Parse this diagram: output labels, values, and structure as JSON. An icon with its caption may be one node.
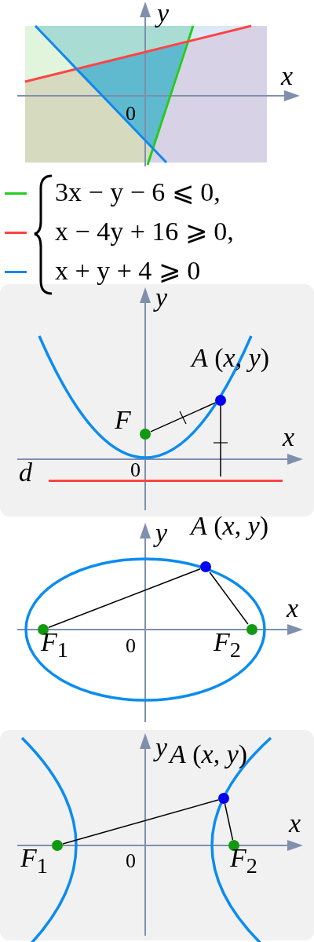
{
  "diagram": {
    "nodes": [
      {
        "text": [
          "*F*"
        ]
      },
      {
        "text": [
          "*A* (*x*, *y*)"
        ]
      },
      {
        "text": [
          "*d*"
        ]
      },
      {
        "text": [
          "*F*$_{1}$"
        ]
      },
      {
        "text": [
          "*A* (*x*, *y*)"
        ]
      },
      {
        "text": [
          "*F*$_{2}$"
        ]
      },
      {
        "text": [
          "*F*$_{1}$"
        ]
      },
      {
        "text": [
          "*A* (*x*, *y*)"
        ]
      },
      {
        "text": [
          "*F*$_{2}$"
        ]
      }
    ],
    "edges": [
      {
        "from": 1,
        "to": 0,
        "arrow": "none"
      },
      {
        "from": 1,
        "to": 2,
        "arrow": "none"
      },
      {
        "from": 3,
        "to": 4,
        "arrow": "none"
      },
      {
        "from": 4,
        "to": 5,
        "arrow": "none"
      },
      {
        "from": 6,
        "to": 7,
        "arrow": "none"
      },
      {
        "from": 7,
        "to": 8,
        "arrow": "none"
      }
    ],
    "labels": [
      "*y*",
      "*x*",
      "0",
      "*y*",
      "*x*",
      "0",
      "*y*",
      "*x*",
      "0",
      "*y*",
      "*x*",
      "0"
    ],
    "legend": [
      {
        "text": "3x − y − 6 ⩽ 0,"
      },
      {
        "text": "x − 4y + 16 ⩾ 0,"
      },
      {
        "text": "x + y + 4 ⩾ 0"
      }
    ]
  }
}
